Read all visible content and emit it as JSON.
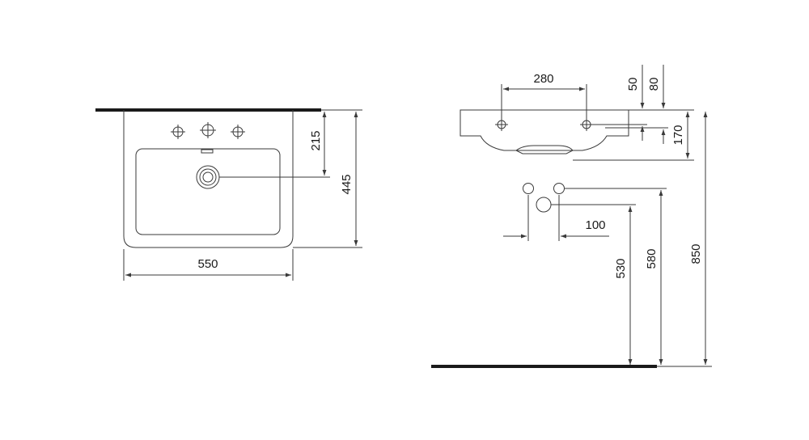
{
  "dimensions": {
    "top_width": "550",
    "top_depth": "445",
    "top_tap_to_drain": "215",
    "side_holes_spacing": "280",
    "side_dim_50": "50",
    "side_dim_80": "80",
    "side_basin_height": "170",
    "side_pipe_spacing": "100",
    "side_height_530": "530",
    "side_height_580": "580",
    "side_height_850": "850"
  }
}
